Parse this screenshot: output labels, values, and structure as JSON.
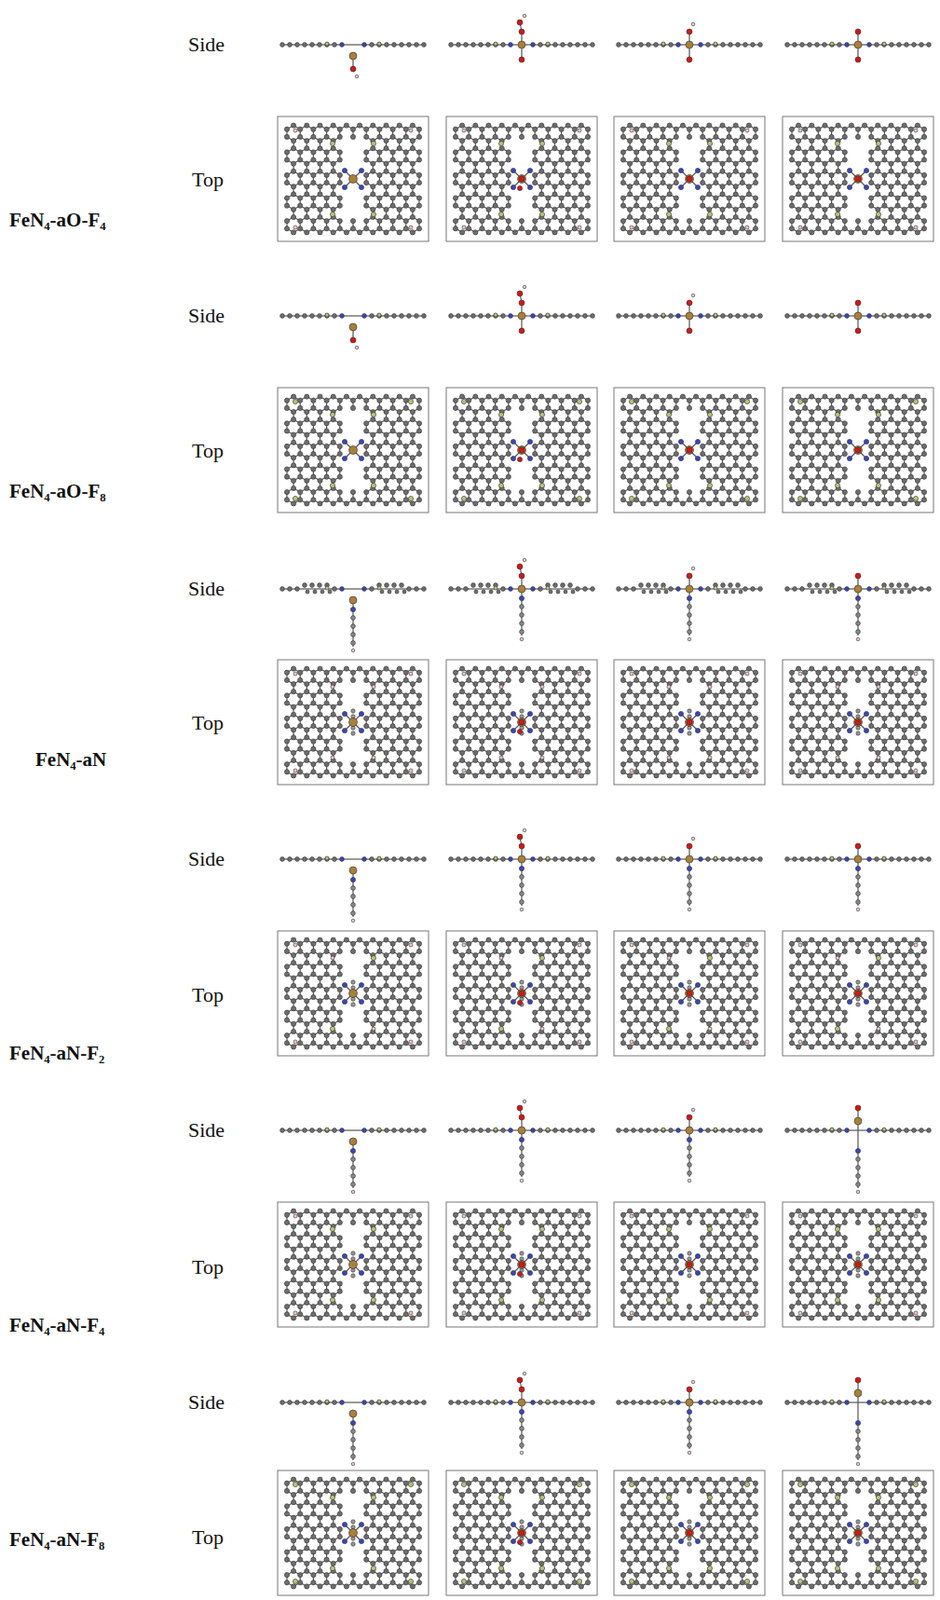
{
  "diagram": {
    "labels": [
      "Side",
      "Top",
      "FeN₄-aO-F₄",
      "Side",
      "Top",
      "FeN₄-aO-F₈",
      "Side",
      "Top",
      "FeN₄-aN",
      "Side",
      "Top",
      "FeN₄-aN-F₂",
      "Side",
      "Top",
      "FeN₄-aN-F₄",
      "Side",
      "Top",
      "FeN₄-aN-F₈"
    ]
  }
}
